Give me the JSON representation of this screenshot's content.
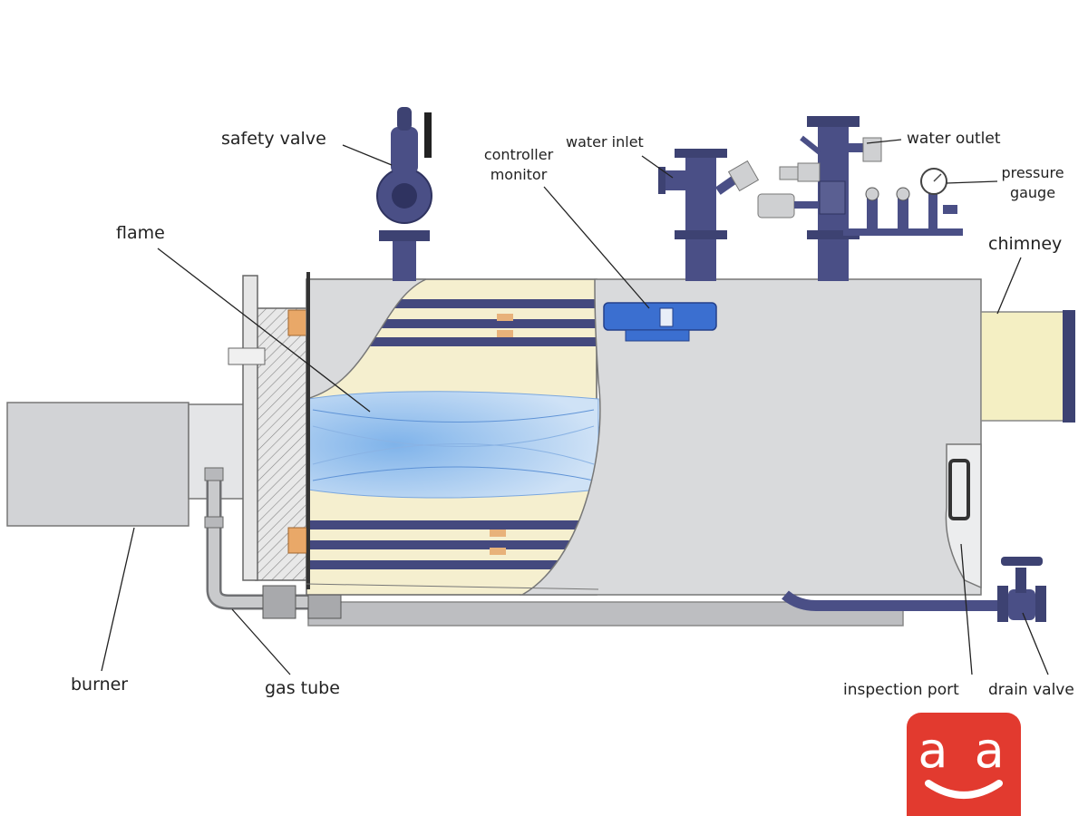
{
  "labels": {
    "safety_valve": "safety valve",
    "flame": "flame",
    "controller_monitor_line1": "controller",
    "controller_monitor_line2": "monitor",
    "water_inlet": "water inlet",
    "water_outlet": "water outlet",
    "pressure_gauge_line1": "pressure",
    "pressure_gauge_line2": "gauge",
    "chimney": "chimney",
    "burner": "burner",
    "gas_tube": "gas tube",
    "inspection_port": "inspection port",
    "drain_valve": "drain valve"
  },
  "logo": {
    "text": "a a"
  },
  "colors": {
    "pipe": "#4a4f86",
    "shell": "#d9dadc",
    "furnace": "#f5efcf",
    "flame": "#9fc3ec",
    "chimney": "#f4efc3",
    "logo": "#e23a2f"
  }
}
